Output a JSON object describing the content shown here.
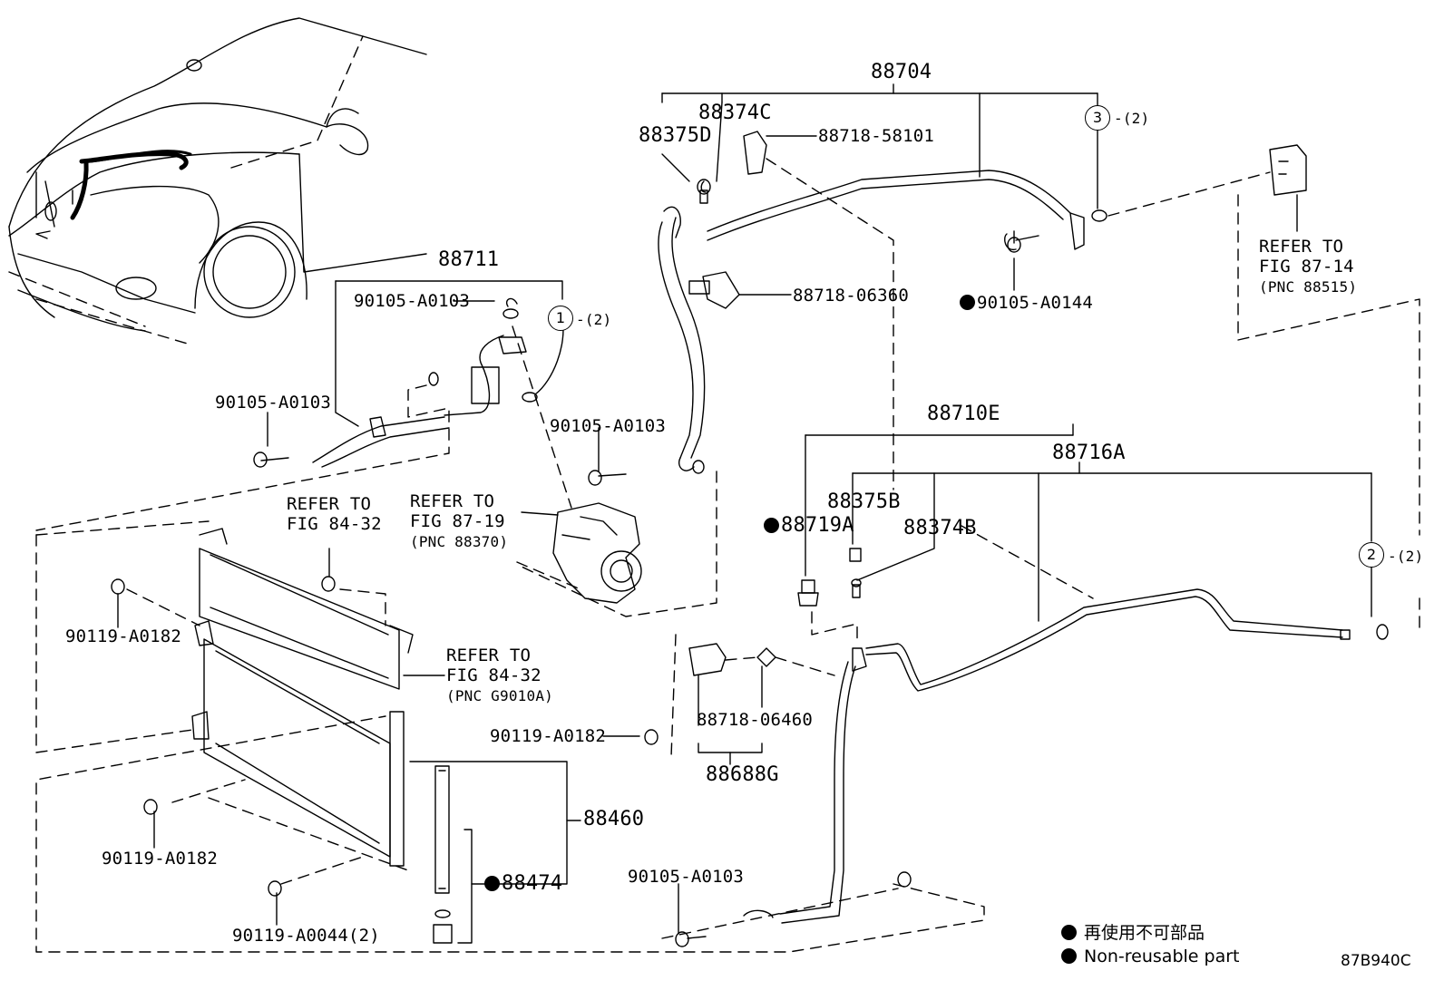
{
  "labels": {
    "p88704": "88704",
    "p88374C": "88374C",
    "p88375D": "88375D",
    "p88718_58101": "88718-58101",
    "p88718_06360": "88718-06360",
    "p90105_A0144": "90105-A0144",
    "p88711": "88711",
    "p90105_A0103_a": "90105-A0103",
    "p90105_A0103_b": "90105-A0103",
    "p90105_A0103_c": "90105-A0103",
    "p90105_A0103_d": "90105-A0103",
    "p88710E": "88710E",
    "p88716A": "88716A",
    "p88375B": "88375B",
    "p88374B": "88374B",
    "p88719A": "88719A",
    "p90119_A0182_a": "90119-A0182",
    "p90119_A0182_b": "90119-A0182",
    "p90119_A0182_c": "90119-A0182",
    "p88718_06460": "88718-06460",
    "p88688G": "88688G",
    "p88460": "88460",
    "p88474": "88474",
    "p90119_A0044": "90119-A0044(2)"
  },
  "refs": {
    "r1_line1": "REFER TO",
    "r1_line2": "FIG 87-14",
    "r1_line3": "(PNC 88515)",
    "r2_line1": "REFER TO",
    "r2_line2": "FIG 87-19",
    "r2_line3": "(PNC 88370)",
    "r3_line1": "REFER TO",
    "r3_line2": "FIG 84-32",
    "r4_line1": "REFER TO",
    "r4_line2": "FIG 84-32",
    "r4_line3": "(PNC G9010A)"
  },
  "callouts": {
    "c1": "1",
    "c1_qty": "-(2)",
    "c2": "2",
    "c2_qty": "-(2)",
    "c3": "3",
    "c3_qty": "-(2)"
  },
  "legend": {
    "jp": "再使用不可部品",
    "en": "Non-reusable part"
  },
  "figure_code": "87B940C"
}
